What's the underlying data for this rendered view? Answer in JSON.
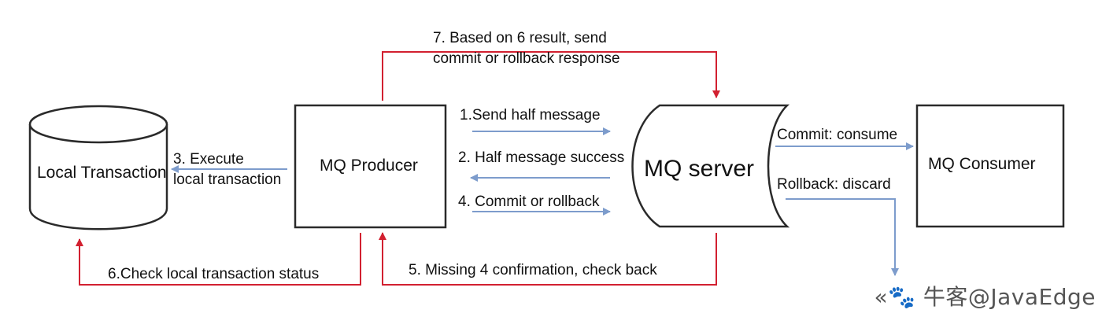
{
  "diagram": {
    "nodes": {
      "local_transaction": "Local Transaction",
      "producer": "MQ Producer",
      "server": "MQ server",
      "consumer": "MQ Consumer"
    },
    "edges": {
      "step1": "1.Send half message",
      "step2": "2. Half message success",
      "step3": "3. Execute\nlocal transaction",
      "step4": "4. Commit or rollback",
      "step5": "5. Missing 4 confirmation, check back",
      "step6": "6.Check local transaction status",
      "step7": "7. Based on 6 result, send\ncommit or rollback response",
      "commit": "Commit: consume",
      "rollback": "Rollback: discard"
    },
    "colors": {
      "blue_arrow": "#7d9ccc",
      "red_arrow": "#d22030",
      "box_stroke": "#2a2a2a"
    }
  },
  "watermark": "«🐾 牛客@JavaEdge"
}
